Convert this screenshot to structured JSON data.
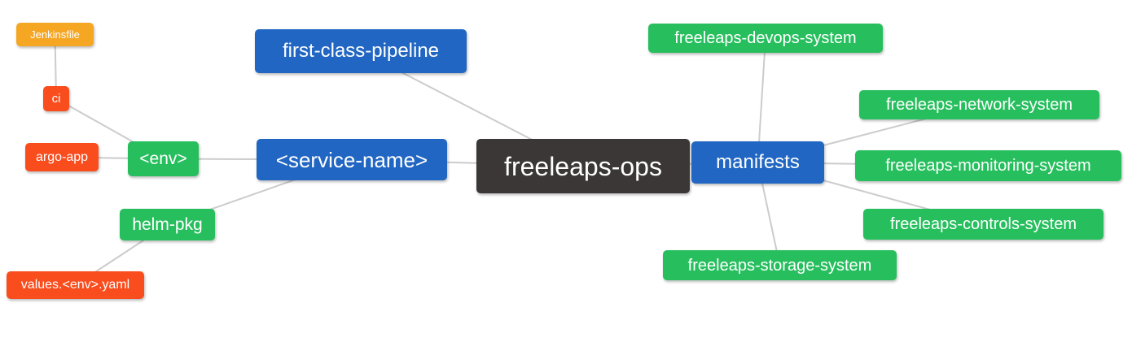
{
  "diagram": {
    "background": "#ffffff",
    "edge_color": "#cccccc"
  },
  "colors": {
    "blue": "#2166c2",
    "green": "#27bf5e",
    "red": "#f94d1e",
    "amber": "#f5a623",
    "dark": "#3b3736"
  },
  "nodes": [
    {
      "id": "jenkinsfile",
      "label": "Jenkinsfile",
      "color": "amber"
    },
    {
      "id": "ci",
      "label": "ci",
      "color": "red"
    },
    {
      "id": "argo-app",
      "label": "argo-app",
      "color": "red"
    },
    {
      "id": "env",
      "label": "<env>",
      "color": "green"
    },
    {
      "id": "helm-pkg",
      "label": "helm-pkg",
      "color": "green"
    },
    {
      "id": "values-env-yaml",
      "label": "values.<env>.yaml",
      "color": "red"
    },
    {
      "id": "first-class-pipeline",
      "label": "first-class-pipeline",
      "color": "blue"
    },
    {
      "id": "service-name",
      "label": "<service-name>",
      "color": "blue"
    },
    {
      "id": "freeleaps-ops",
      "label": "freeleaps-ops",
      "color": "dark"
    },
    {
      "id": "manifests",
      "label": "manifests",
      "color": "blue"
    },
    {
      "id": "devops-system",
      "label": "freeleaps-devops-system",
      "color": "green"
    },
    {
      "id": "network-system",
      "label": "freeleaps-network-system",
      "color": "green"
    },
    {
      "id": "monitoring-system",
      "label": "freeleaps-monitoring-system",
      "color": "green"
    },
    {
      "id": "controls-system",
      "label": "freeleaps-controls-system",
      "color": "green"
    },
    {
      "id": "storage-system",
      "label": "freeleaps-storage-system",
      "color": "green"
    }
  ],
  "edges": [
    [
      "jenkinsfile",
      "ci"
    ],
    [
      "ci",
      "env"
    ],
    [
      "argo-app",
      "env"
    ],
    [
      "env",
      "service-name"
    ],
    [
      "helm-pkg",
      "service-name"
    ],
    [
      "values-env-yaml",
      "helm-pkg"
    ],
    [
      "first-class-pipeline",
      "freeleaps-ops"
    ],
    [
      "service-name",
      "freeleaps-ops"
    ],
    [
      "freeleaps-ops",
      "manifests"
    ],
    [
      "manifests",
      "devops-system"
    ],
    [
      "manifests",
      "network-system"
    ],
    [
      "manifests",
      "monitoring-system"
    ],
    [
      "manifests",
      "controls-system"
    ],
    [
      "manifests",
      "storage-system"
    ]
  ]
}
